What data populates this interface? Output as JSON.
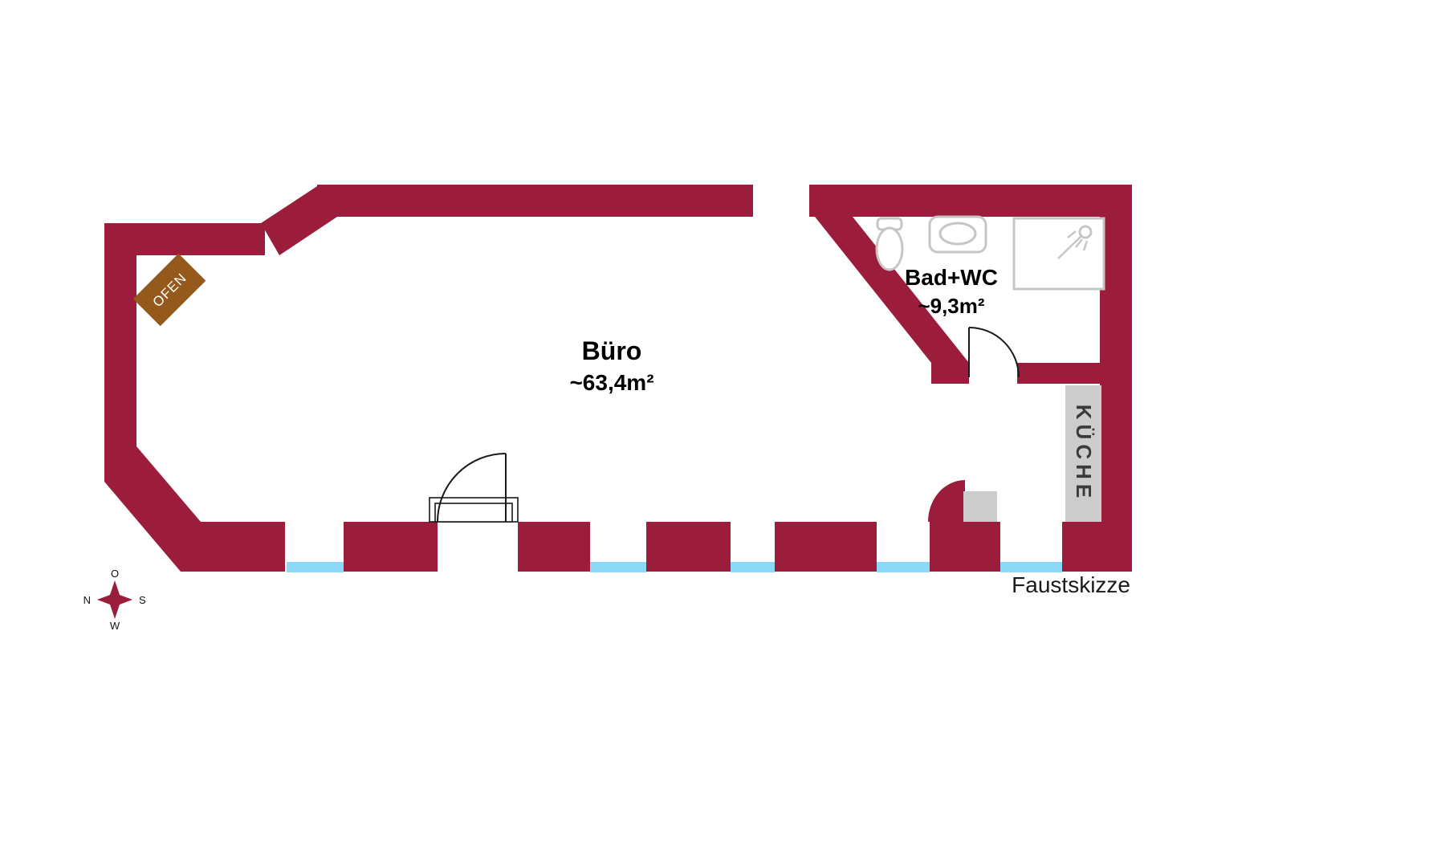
{
  "colors": {
    "wall": "#9c1c3c",
    "window": "#8bd8f7",
    "oven": "#96591c",
    "fixture": "#c6c6c6",
    "panel": "#cccccc"
  },
  "rooms": {
    "buero": {
      "name": "Büro",
      "area": "~63,4m²"
    },
    "bad": {
      "name": "Bad+WC",
      "area": "~9,3m²"
    },
    "kueche": {
      "label": "KÜCHE"
    }
  },
  "oven": {
    "label": "OFEN"
  },
  "compass": {
    "top": "O",
    "left": "N",
    "right": "S",
    "bottom": "W"
  },
  "caption": "Faustskizze",
  "icons": {
    "toilet": "toilet-icon",
    "sink": "sink-icon",
    "shower": "shower-icon"
  }
}
